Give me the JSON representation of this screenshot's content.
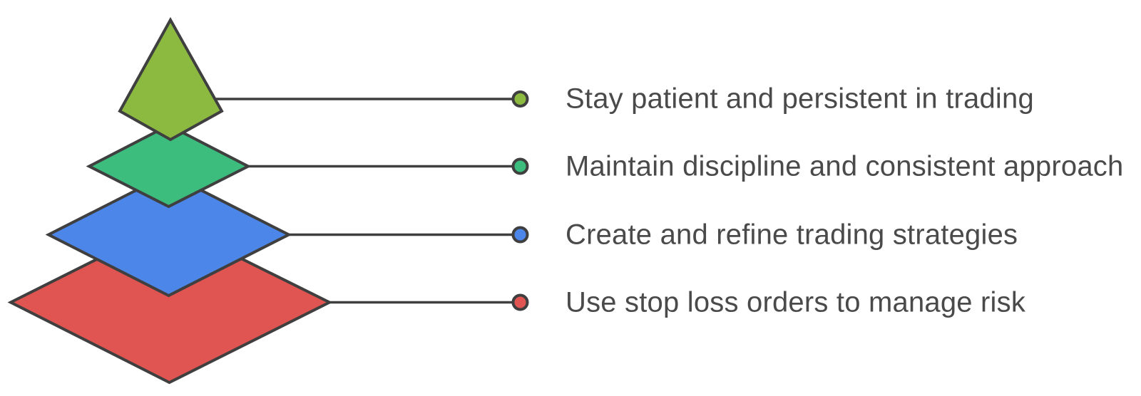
{
  "diagram": {
    "type": "pyramid-list",
    "background": "#FFFFFF",
    "stroke_color": "#3F3F3F",
    "text_color": "#4A4A4A",
    "items": [
      {
        "label": "Stay patient and persistent in trading",
        "color": "#8CBA41"
      },
      {
        "label": "Maintain discipline and consistent approach",
        "color": "#3CBD7E"
      },
      {
        "label": "Create and refine trading strategies",
        "color": "#4C86E8"
      },
      {
        "label": "Use stop loss orders to manage risk",
        "color": "#E05551"
      }
    ]
  }
}
